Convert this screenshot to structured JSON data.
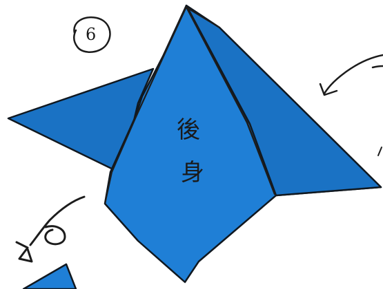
{
  "diagram": {
    "step_number": "6",
    "label_line_1": "後",
    "label_line_2": "身",
    "colors": {
      "paper": "#1f7fd6",
      "paper_shade": "#1a72c4",
      "outline": "#101820",
      "ink": "#1c1c1c",
      "background": "#ffffff"
    },
    "icons": {
      "step_circle": "circle-outline",
      "fold_arrow_right": "curved-arrow-left",
      "fold_arrow_bottom_left": "looping-fold-arrow"
    }
  }
}
